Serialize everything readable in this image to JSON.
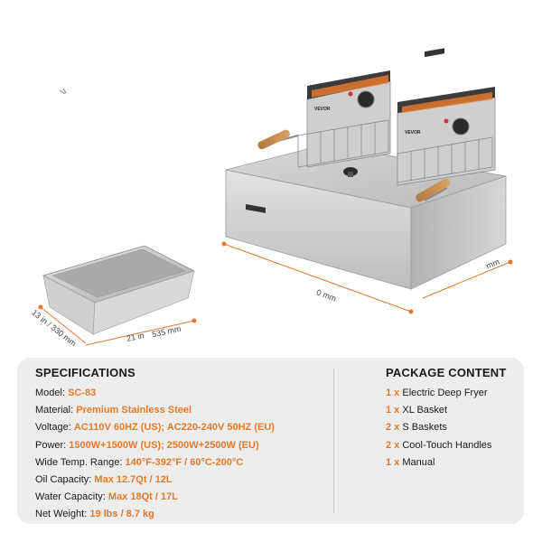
{
  "dimensions": {
    "width_label": "535 mm",
    "width_in": "21 in",
    "depth_label": "13 in / 330 mm",
    "length_label": "0 mm",
    "height_label": "mm"
  },
  "brand_badges": [
    "VEVOR",
    "VEVOR"
  ],
  "specifications": {
    "heading": "SPECIFICATIONS",
    "rows": [
      {
        "label": "Model: ",
        "value": "SC-83"
      },
      {
        "label": "Material: ",
        "value": "Premium Stainless Steel"
      },
      {
        "label": "Voltage: ",
        "value": "AC110V 60HZ (US); AC220-240V 50HZ (EU)"
      },
      {
        "label": "Power: ",
        "value": "1500W+1500W (US); 2500W+2500W (EU)"
      },
      {
        "label": "Wide Temp. Range: ",
        "value": "140°F-392°F / 60°C-200°C"
      },
      {
        "label": "Oil Capacity: ",
        "value": "Max 12.7Qt / 12L"
      },
      {
        "label": "Water Capacity: ",
        "value": "Max 18Qt / 17L"
      },
      {
        "label": "Net Weight: ",
        "value": "19 lbs / 8.7 kg"
      }
    ]
  },
  "package_content": {
    "heading": "PACKAGE CONTENT",
    "items": [
      {
        "qty": "1 x",
        "name": " Electric Deep Fryer"
      },
      {
        "qty": "1 x",
        "name": " XL Basket"
      },
      {
        "qty": "2 x",
        "name": " S Baskets"
      },
      {
        "qty": "2 x",
        "name": " Cool-Touch Handles"
      },
      {
        "qty": "1 x",
        "name": " Manual"
      }
    ]
  },
  "colors": {
    "accent": "#e4792b",
    "steel": "#c9c9c9",
    "panel": "#ededed"
  }
}
